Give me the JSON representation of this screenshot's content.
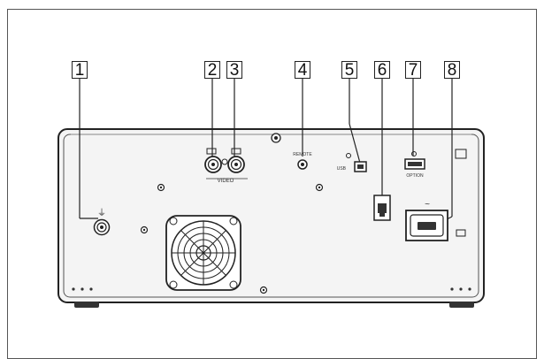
{
  "figure": {
    "callouts": [
      "1",
      "2",
      "3",
      "4",
      "5",
      "6",
      "7",
      "8"
    ],
    "port_labels": {
      "video": "VIDEO",
      "remote": "REMOTE",
      "usb": "USB",
      "option": "OPTION"
    },
    "symbols": {
      "ground": "⏚",
      "ac_in": "~"
    },
    "icons": [
      "ground-terminal-icon",
      "video-input-icon",
      "video-output-icon",
      "usb-icon",
      "option-usb-icon",
      "ac-inlet-icon",
      "cooling-fan-icon",
      "screw-icon"
    ],
    "colors": {
      "line": "#222222",
      "panel": "#f4f4f4",
      "frame": "#444444"
    }
  }
}
